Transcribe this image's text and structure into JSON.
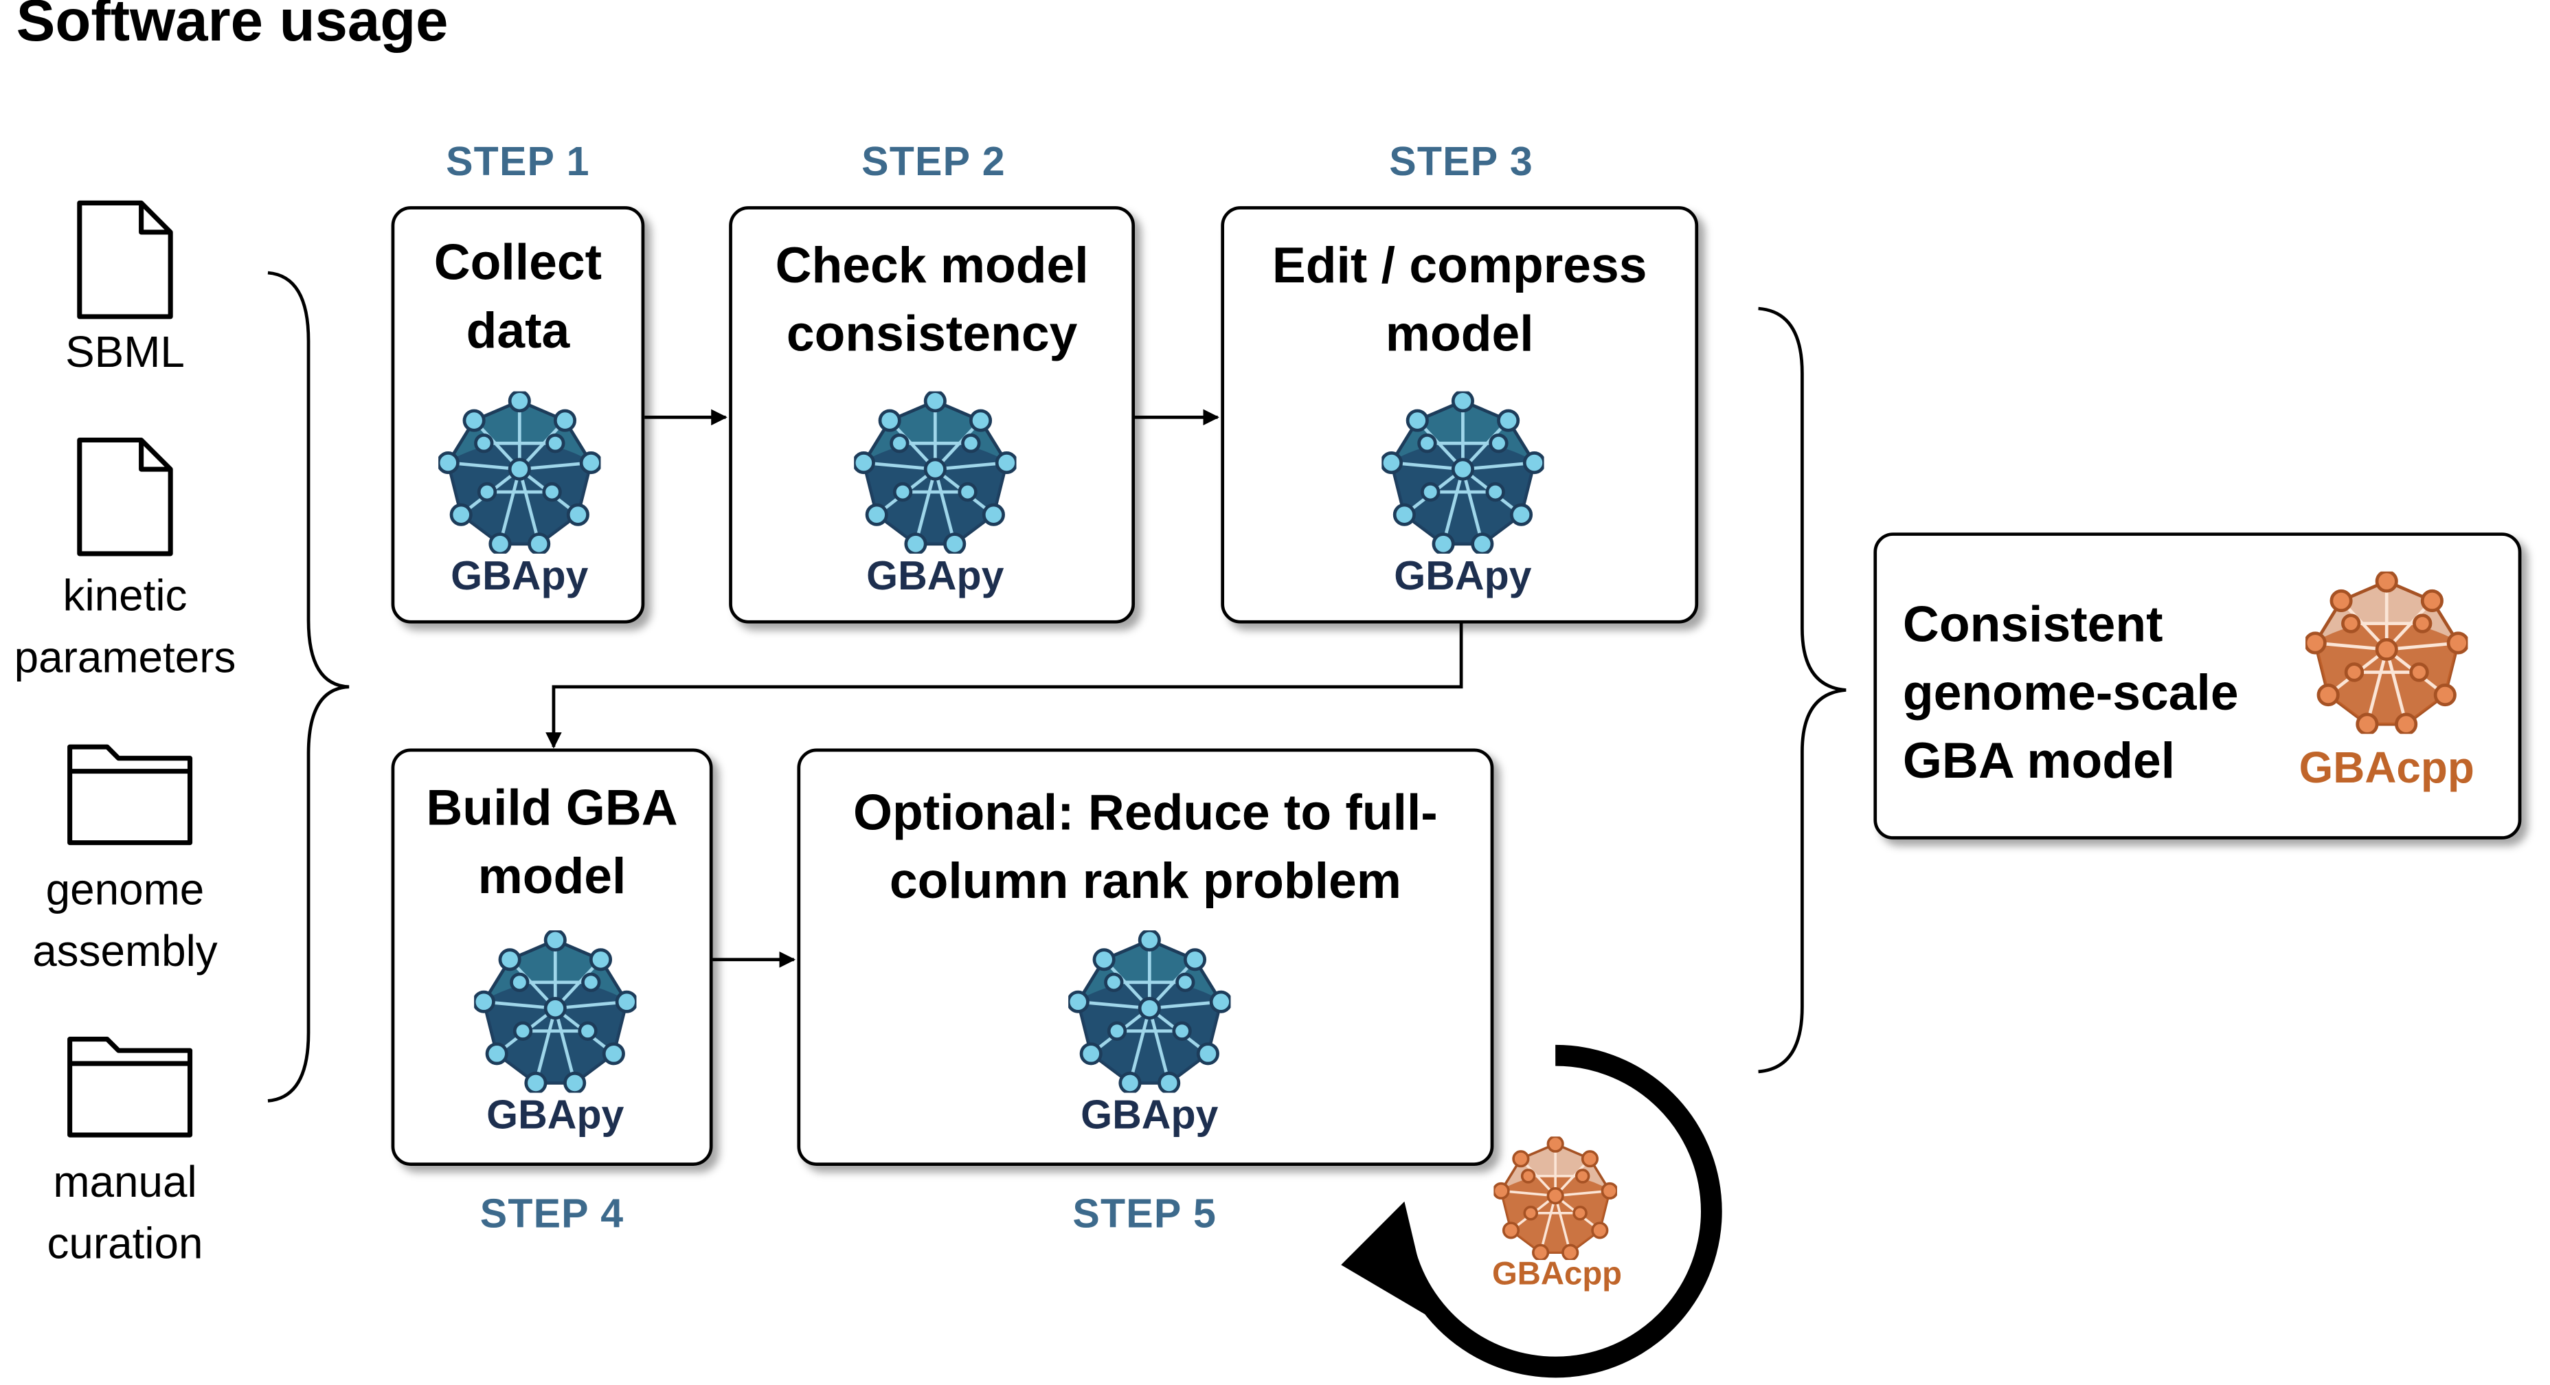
{
  "title": "Software usage",
  "inputs": [
    {
      "label_lines": [
        "SBML"
      ],
      "icon": "file-icon"
    },
    {
      "label_lines": [
        "kinetic",
        "parameters"
      ],
      "icon": "file-icon"
    },
    {
      "label_lines": [
        "genome",
        "assembly"
      ],
      "icon": "folder-icon"
    },
    {
      "label_lines": [
        "manual",
        "curation"
      ],
      "icon": "folder-icon"
    }
  ],
  "steps": [
    {
      "label": "STEP 1",
      "text_lines": [
        "Collect",
        "data"
      ],
      "logo": "GBApy"
    },
    {
      "label": "STEP 2",
      "text_lines": [
        "Check model",
        "consistency"
      ],
      "logo": "GBApy"
    },
    {
      "label": "STEP 3",
      "text_lines": [
        "Edit / compress",
        "model"
      ],
      "logo": "GBApy"
    },
    {
      "label": "STEP 4",
      "text_lines": [
        "Build GBA",
        "model"
      ],
      "logo": "GBApy"
    },
    {
      "label": "STEP 5",
      "text_lines": [
        "Optional: Reduce to full-",
        "column rank problem"
      ],
      "logo": "GBApy"
    }
  ],
  "result": {
    "text_lines": [
      "Consistent",
      "genome-scale",
      "GBA model"
    ],
    "logo": "GBAcpp"
  },
  "loop_logo": "GBAcpp",
  "colors": {
    "step_label": "#3d6a8c",
    "gbapy_text": "#1d2f4f",
    "gbacpp_text": "#c0652a"
  }
}
